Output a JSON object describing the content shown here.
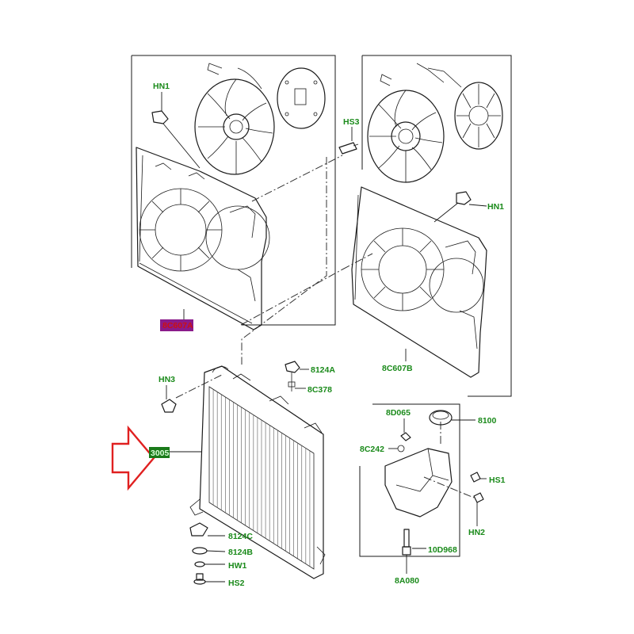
{
  "labels": {
    "hn1_left": "HN1",
    "hn1_right": "HN1",
    "hs3": "HS3",
    "hn3": "HN3",
    "p8c607a": "8C607A",
    "p8c607b": "8C607B",
    "p8124a": "8124A",
    "p8c378": "8C378",
    "p3005": "3005",
    "p8124c": "8124C",
    "p8124b": "8124B",
    "hw1": "HW1",
    "hs2": "HS2",
    "p8d065": "8D065",
    "p8100": "8100",
    "p8c242": "8C242",
    "hs1": "HS1",
    "hn2": "HN2",
    "p10d968": "10D968",
    "p8a080": "8A080"
  },
  "colors": {
    "label_text": "#1a8a1a",
    "highlight_fill_a": "#8a1a8a",
    "highlight_text_a": "#cc1111",
    "highlight_fill_3005": "#1a7a1a",
    "arrow": "#e02020",
    "line": "#1a1a1a"
  }
}
